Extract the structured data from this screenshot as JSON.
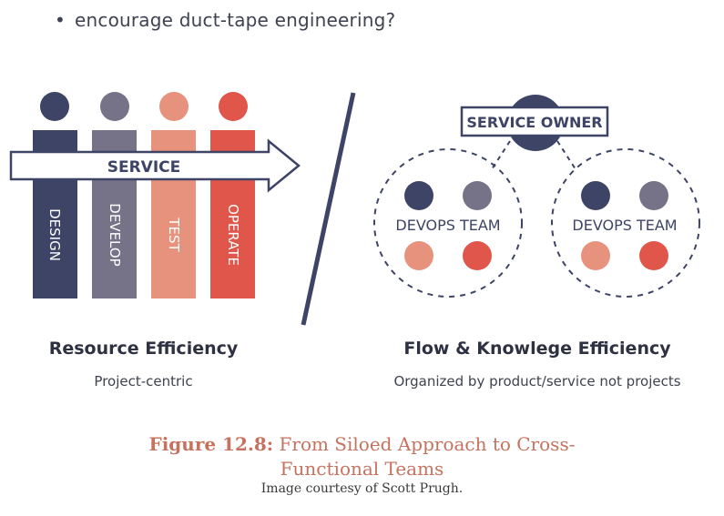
{
  "bullet": {
    "symbol": "•",
    "text": "encourage duct-tape engineering?"
  },
  "left": {
    "arrow_label": "SERVICE",
    "columns": [
      {
        "label": "DESIGN",
        "color": "#3d4466"
      },
      {
        "label": "DEVELOP",
        "color": "#767287"
      },
      {
        "label": "TEST",
        "color": "#e7927c"
      },
      {
        "label": "OPERATE",
        "color": "#e0564b"
      }
    ],
    "title": "Resource Efficiency",
    "subtitle": "Project-centric"
  },
  "right": {
    "owner_label": "SERVICE OWNER",
    "teams": [
      {
        "label": "DEVOPS TEAM"
      },
      {
        "label": "DEVOPS TEAM"
      }
    ],
    "title": "Flow & Knowlege Efficiency",
    "subtitle": "Organized by product/service not projects"
  },
  "caption": {
    "label": "Figure 12.8:",
    "text_line1": "From Siloed Approach to Cross-",
    "text_line2": "Functional Teams"
  },
  "credit": "Image courtesy of Scott Prugh.",
  "colors": {
    "navy": "#3d4466",
    "slate": "#767287",
    "salmon": "#e7927c",
    "red": "#e0564b",
    "caption": "#c7725e"
  }
}
